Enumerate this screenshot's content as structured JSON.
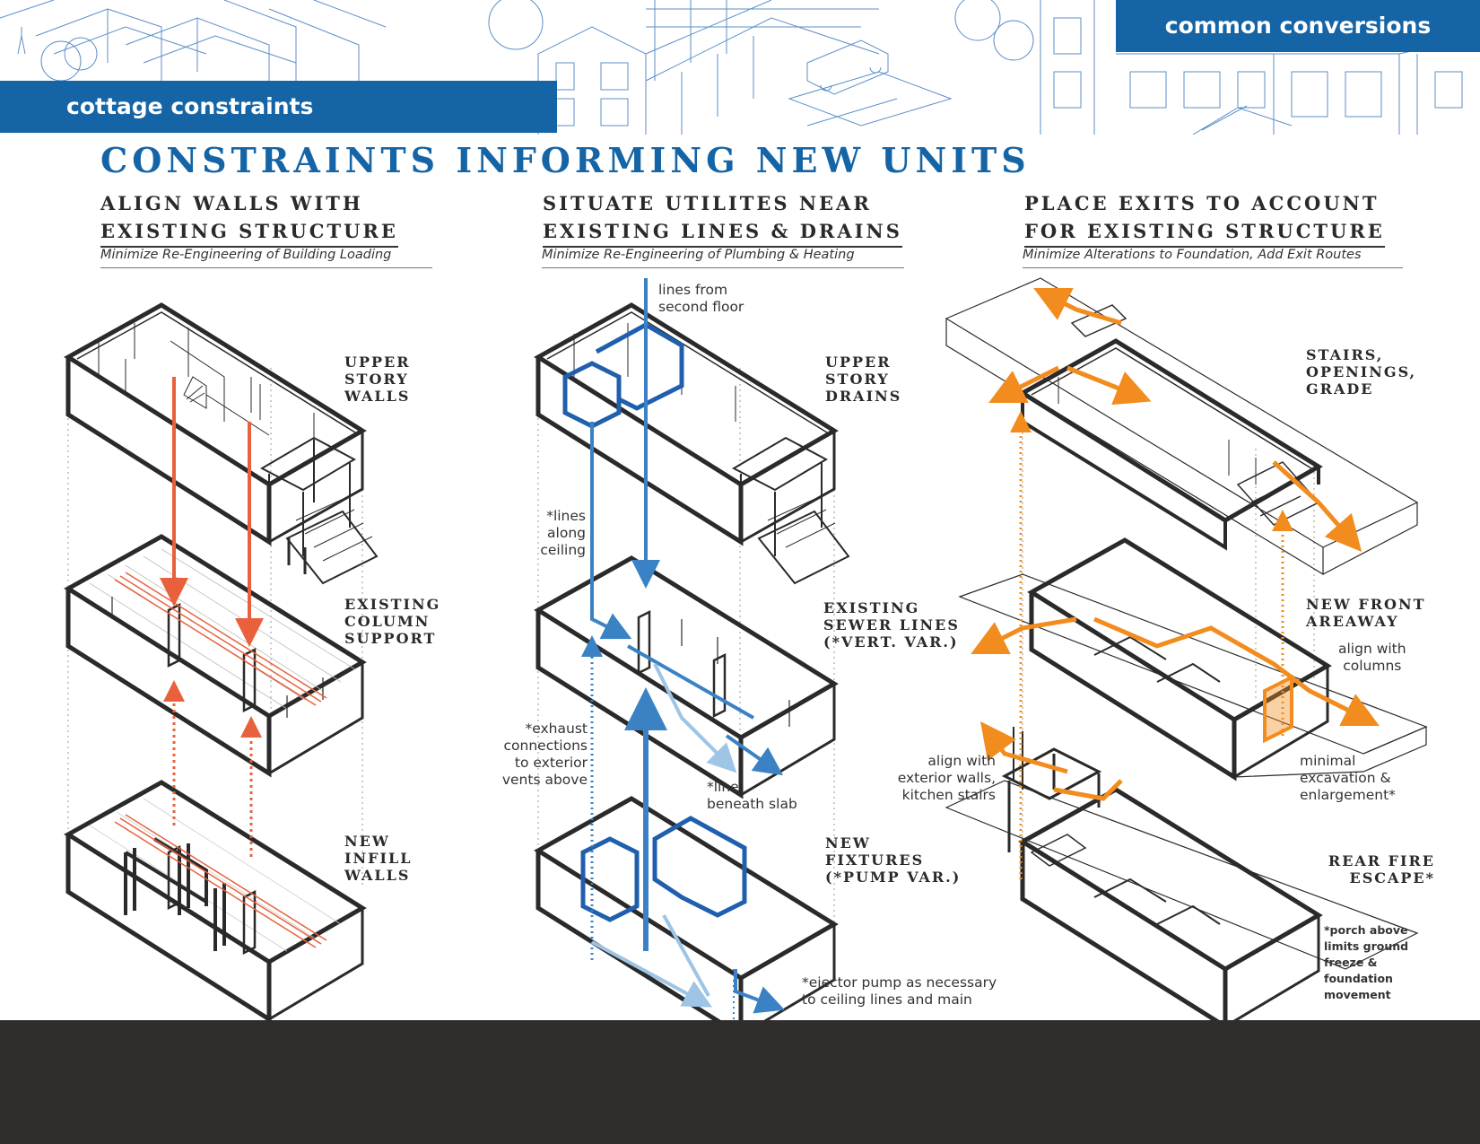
{
  "header": {
    "left_tab": "cottage constraints",
    "right_tab": "common conversions",
    "title": "CONSTRAINTS INFORMING NEW UNITS"
  },
  "columns": [
    {
      "heading_line1": "ALIGN WALLS WITH",
      "heading_line2": "EXISTING STRUCTURE",
      "subtitle": "Minimize Re-Engineering of Building Loading",
      "stage_labels": [
        "UPPER\nSTORY\nWALLS",
        "EXISTING\nCOLUMN\nSUPPORT",
        "NEW\nINFILL\nWALLS"
      ]
    },
    {
      "heading_line1": "SITUATE UTILITES NEAR",
      "heading_line2": "EXISTING LINES & DRAINS",
      "subtitle": "Minimize Re-Engineering of Plumbing & Heating",
      "stage_labels": [
        "UPPER\nSTORY\nDRAINS",
        "EXISTING\nSEWER LINES\n(*VERT. VAR.)",
        "NEW\nFIXTURES\n(*PUMP VAR.)"
      ],
      "notes": {
        "lines_from_second_floor": "lines from\nsecond floor",
        "lines_along_ceiling": "*lines\nalong\nceiling",
        "exhaust_connections": "*exhaust\nconnections\nto exterior\nvents above",
        "line_beneath_slab": "*line\nbeneath slab",
        "ejector_pump": "*ejector pump as necessary\nto ceiling lines and main"
      }
    },
    {
      "heading_line1": "PLACE EXITS TO ACCOUNT",
      "heading_line2": "FOR EXISTING STRUCTURE",
      "subtitle": "Minimize Alterations to Foundation, Add Exit Routes",
      "stage_labels": [
        "STAIRS,\nOPENINGS,\nGRADE",
        "NEW FRONT\nAREAWAY",
        "REAR FIRE\nESCAPE*"
      ],
      "notes": {
        "align_with_columns": "align with\ncolumns",
        "align_with_exterior_walls": "align with\nexterior walls,\nkitchen stairs",
        "minimal_excavation": "minimal\nexcavation &\nenlargement*",
        "porch_above": "*porch above\nlimits ground\nfreeze &\nfoundation\nmovement"
      }
    }
  ],
  "colors": {
    "brand_blue": "#1565a6",
    "structure_red": "#e8613c",
    "utility_blue": "#3a82c4",
    "exit_orange": "#f28c1e",
    "footer_dark": "#302d2c"
  }
}
